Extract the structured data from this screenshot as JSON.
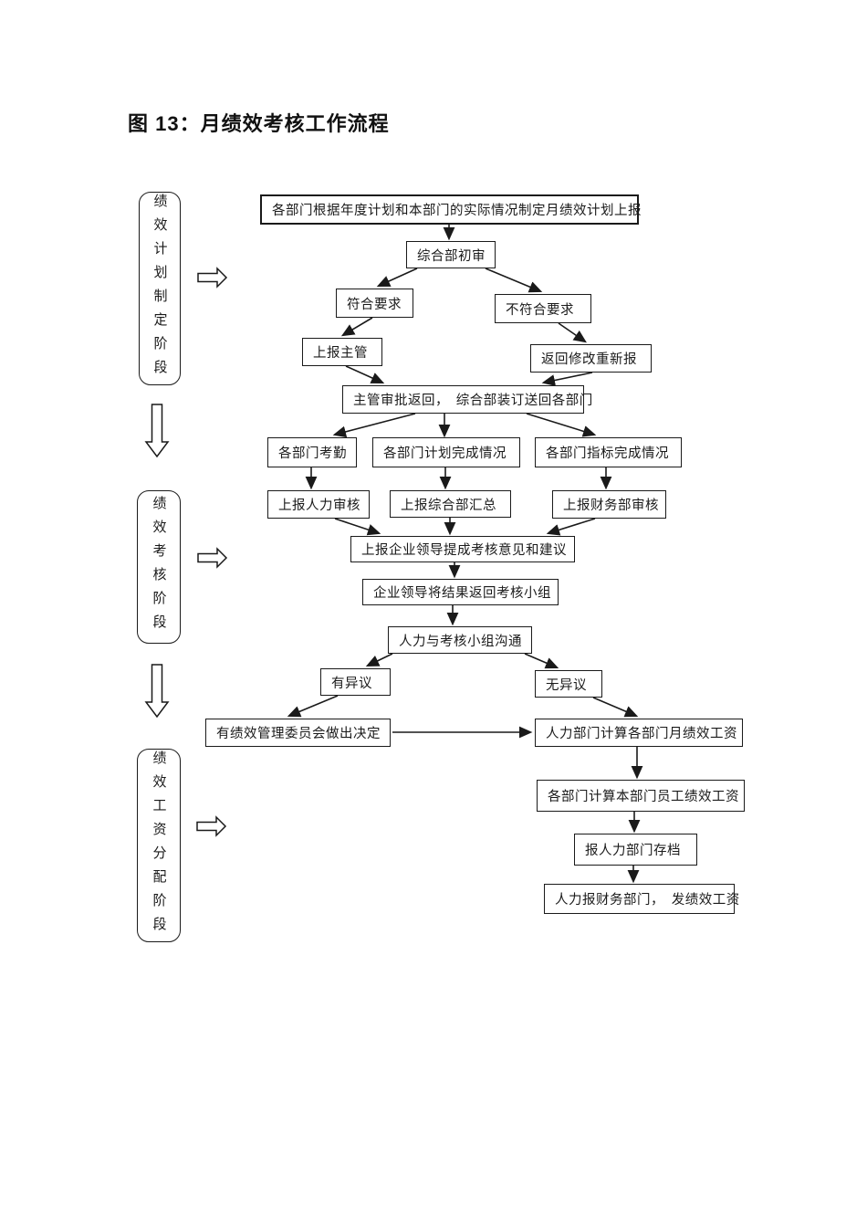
{
  "page": {
    "title": "图 13：月绩效考核工作流程"
  },
  "colors": {
    "ink": "#1a1a1a",
    "background": "#ffffff"
  },
  "stages": {
    "planning": {
      "label": "绩效计划制定阶段"
    },
    "assessment": {
      "label": "绩效考核阶段"
    },
    "salary": {
      "label": "绩效工资分配阶段"
    }
  },
  "nodes": {
    "plan_submit": {
      "label": "各部门根据年度计划和本部门的实际情况制定月绩效计划上报"
    },
    "initial_review": {
      "label": "综合部初审"
    },
    "meets_requirement": {
      "label": "符合要求"
    },
    "not_meets": {
      "label": "不符合要求"
    },
    "to_supervisor": {
      "label": "上报主管"
    },
    "return_revise": {
      "label": "返回修改重新报"
    },
    "approved_return": {
      "label": "主管审批返回，　综合部装订送回各部门"
    },
    "attendance": {
      "label": "各部门考勤"
    },
    "plan_completion": {
      "label": "各部门计划完成情况"
    },
    "kpi_completion": {
      "label": "各部门指标完成情况"
    },
    "hr_review": {
      "label": "上报人力审核"
    },
    "general_summary": {
      "label": "上报综合部汇总"
    },
    "finance_review": {
      "label": "上报财务部审核"
    },
    "leader_opinion": {
      "label": "上报企业领导提成考核意见和建议"
    },
    "leader_return": {
      "label": "企业领导将结果返回考核小组"
    },
    "communicate": {
      "label": "人力与考核小组沟通"
    },
    "objection": {
      "label": "有异议"
    },
    "no_objection": {
      "label": "无异议"
    },
    "committee_decision": {
      "label": "有绩效管理委员会做出决定"
    },
    "hr_calc_monthly": {
      "label": "人力部门计算各部门月绩效工资"
    },
    "dept_calc_employee": {
      "label": "各部门计算本部门员工绩效工资"
    },
    "hr_archive": {
      "label": "报人力部门存档"
    },
    "pay_salary": {
      "label": "人力报财务部门，　发绩效工资"
    }
  }
}
